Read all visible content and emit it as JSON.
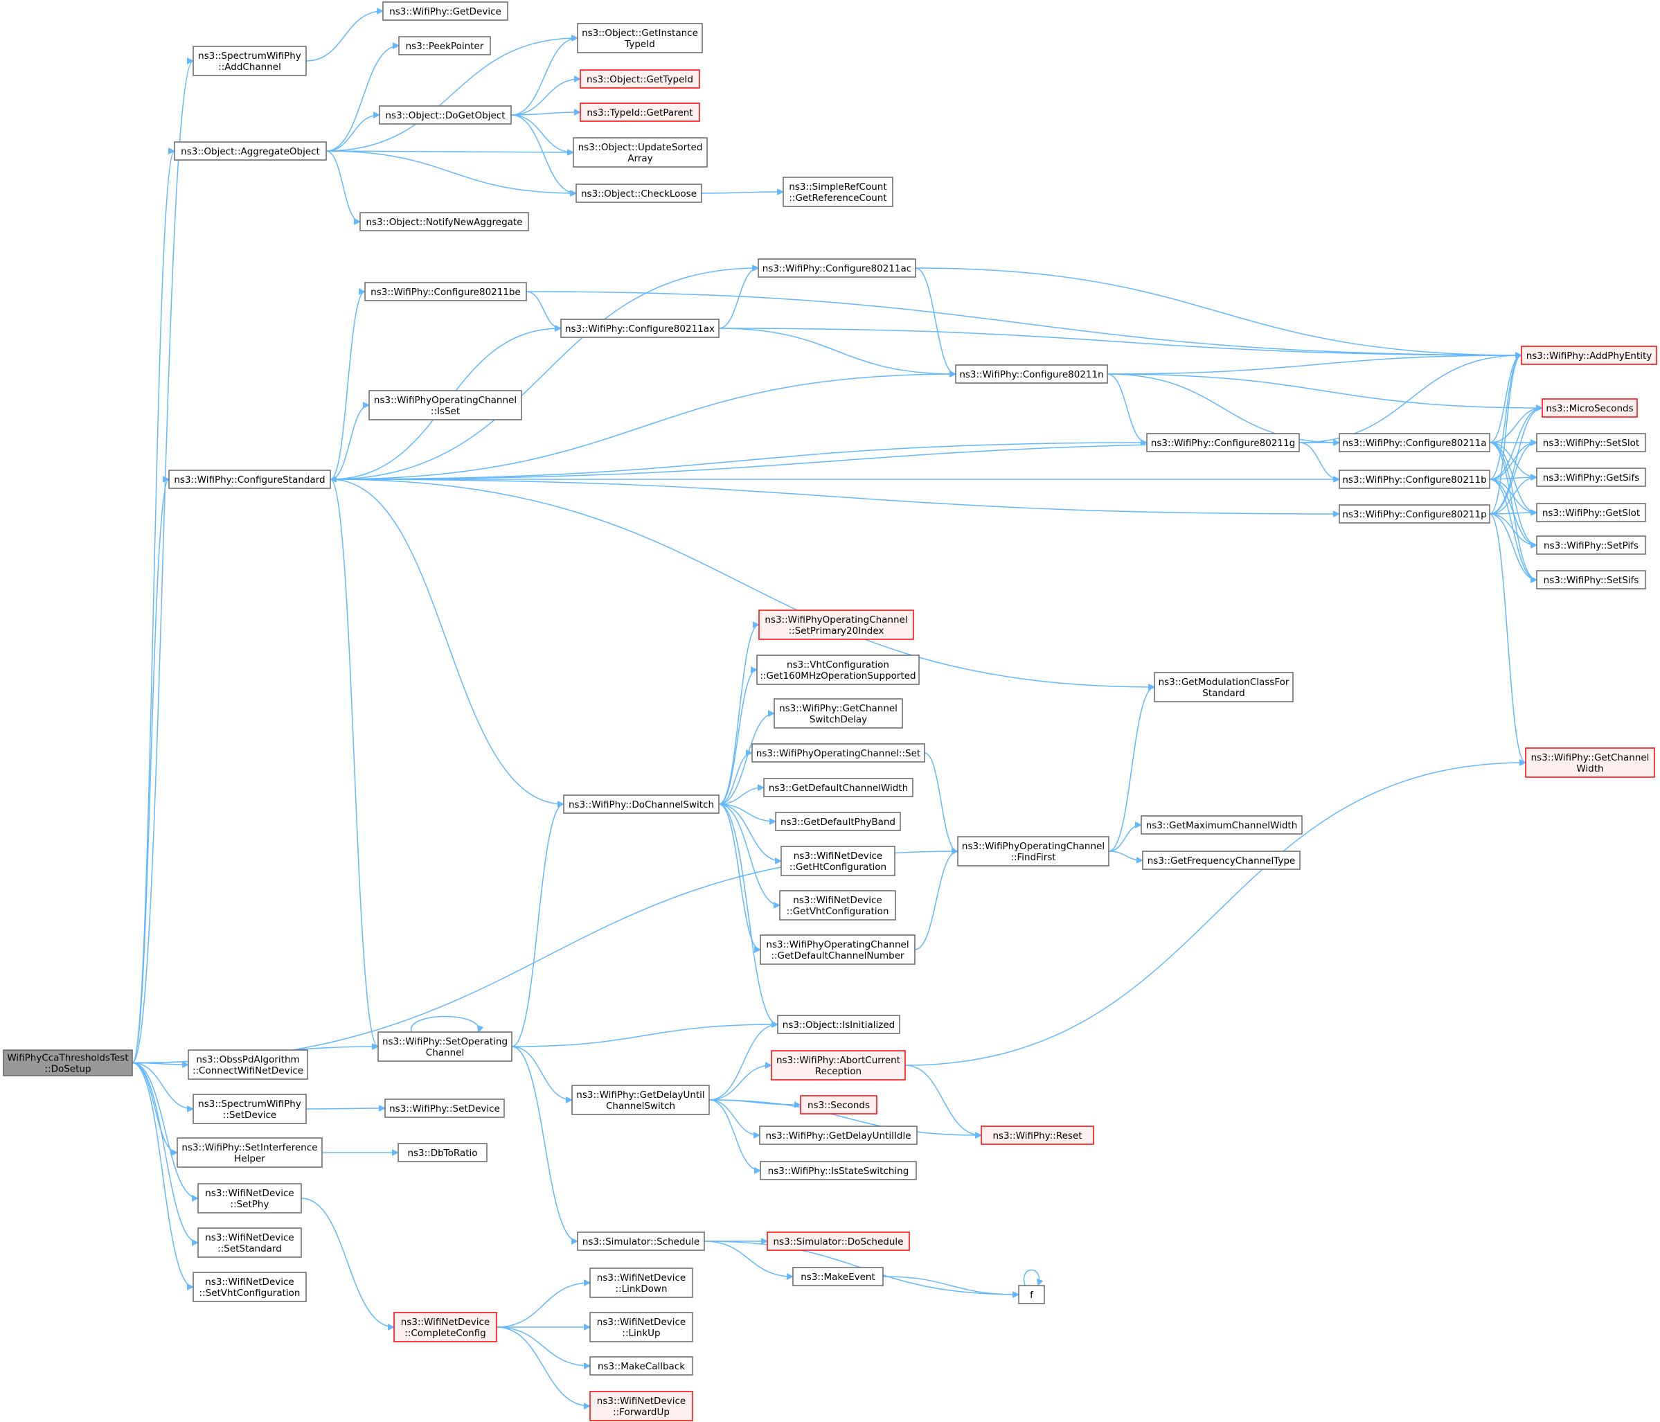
{
  "diagram": {
    "type": "call-graph",
    "colors": {
      "edge": "#63b8ff",
      "node_border": "#666666",
      "highlight_border": "#ff0000",
      "highlight_fill": "#fff0f0",
      "root_fill": "#999999"
    },
    "nodes": [
      {
        "id": "root",
        "lines": [
          "WifiPhyCcaThresholdsTest",
          "::DoSetup"
        ],
        "style": "root"
      },
      {
        "id": "n1",
        "lines": [
          "ns3::SpectrumWifiPhy",
          "::AddChannel"
        ]
      },
      {
        "id": "n2",
        "lines": [
          "ns3::WifiPhy::GetDevice"
        ]
      },
      {
        "id": "n3",
        "lines": [
          "ns3::Object::AggregateObject"
        ]
      },
      {
        "id": "n4",
        "lines": [
          "ns3::PeekPointer"
        ]
      },
      {
        "id": "n5",
        "lines": [
          "ns3::Object::GetInstance",
          "TypeId"
        ]
      },
      {
        "id": "n6",
        "lines": [
          "ns3::Object::DoGetObject"
        ]
      },
      {
        "id": "n7",
        "lines": [
          "ns3::Object::GetTypeId"
        ],
        "style": "red"
      },
      {
        "id": "n8",
        "lines": [
          "ns3::TypeId::GetParent"
        ],
        "style": "red"
      },
      {
        "id": "n9",
        "lines": [
          "ns3::Object::UpdateSorted",
          "Array"
        ]
      },
      {
        "id": "n10",
        "lines": [
          "ns3::Object::CheckLoose"
        ]
      },
      {
        "id": "n11",
        "lines": [
          "ns3::SimpleRefCount",
          "::GetReferenceCount"
        ]
      },
      {
        "id": "n12",
        "lines": [
          "ns3::Object::NotifyNewAggregate"
        ]
      },
      {
        "id": "n13",
        "lines": [
          "ns3::WifiPhy::ConfigureStandard"
        ]
      },
      {
        "id": "n14",
        "lines": [
          "ns3::WifiPhy::Configure80211ac"
        ]
      },
      {
        "id": "n15",
        "lines": [
          "ns3::WifiPhy::AddPhyEntity"
        ],
        "style": "red"
      },
      {
        "id": "n16",
        "lines": [
          "ns3::WifiPhy::Configure80211n"
        ]
      },
      {
        "id": "n17",
        "lines": [
          "ns3::WifiPhy::Configure80211be"
        ]
      },
      {
        "id": "n18",
        "lines": [
          "ns3::WifiPhy::Configure80211ax"
        ]
      },
      {
        "id": "n19",
        "lines": [
          "ns3::WifiPhyOperatingChannel",
          "::IsSet"
        ]
      },
      {
        "id": "n20",
        "lines": [
          "ns3::MicroSeconds"
        ],
        "style": "red"
      },
      {
        "id": "n21",
        "lines": [
          "ns3::WifiPhy::Configure80211g"
        ]
      },
      {
        "id": "n22",
        "lines": [
          "ns3::WifiPhy::Configure80211a"
        ]
      },
      {
        "id": "n23",
        "lines": [
          "ns3::WifiPhy::Configure80211b"
        ]
      },
      {
        "id": "n24",
        "lines": [
          "ns3::WifiPhy::Configure80211p"
        ]
      },
      {
        "id": "n25",
        "lines": [
          "ns3::WifiPhy::SetSlot"
        ]
      },
      {
        "id": "n26",
        "lines": [
          "ns3::WifiPhy::GetSifs"
        ]
      },
      {
        "id": "n27",
        "lines": [
          "ns3::WifiPhy::GetSlot"
        ]
      },
      {
        "id": "n28",
        "lines": [
          "ns3::WifiPhy::SetPifs"
        ]
      },
      {
        "id": "n29",
        "lines": [
          "ns3::WifiPhy::SetSifs"
        ]
      },
      {
        "id": "n30",
        "lines": [
          "ns3::GetModulationClassFor",
          "Standard"
        ]
      },
      {
        "id": "n31",
        "lines": [
          "ns3::WifiPhy::GetChannel",
          "Width"
        ],
        "style": "red"
      },
      {
        "id": "n32",
        "lines": [
          "ns3::WifiPhyOperatingChannel",
          "::SetPrimary20Index"
        ],
        "style": "red"
      },
      {
        "id": "n33",
        "lines": [
          "ns3::VhtConfiguration",
          "::Get160MHzOperationSupported"
        ]
      },
      {
        "id": "n34",
        "lines": [
          "ns3::WifiPhy::GetChannel",
          "SwitchDelay"
        ]
      },
      {
        "id": "n35",
        "lines": [
          "ns3::WifiPhyOperatingChannel::Set"
        ]
      },
      {
        "id": "n36",
        "lines": [
          "ns3::WifiPhy::DoChannelSwitch"
        ]
      },
      {
        "id": "n37",
        "lines": [
          "ns3::GetDefaultChannelWidth"
        ]
      },
      {
        "id": "n38",
        "lines": [
          "ns3::GetDefaultPhyBand"
        ]
      },
      {
        "id": "n39",
        "lines": [
          "ns3::WifiNetDevice",
          "::GetHtConfiguration"
        ]
      },
      {
        "id": "n40",
        "lines": [
          "ns3::WifiNetDevice",
          "::GetVhtConfiguration"
        ]
      },
      {
        "id": "n41",
        "lines": [
          "ns3::WifiPhyOperatingChannel",
          "::GetDefaultChannelNumber"
        ]
      },
      {
        "id": "n42",
        "lines": [
          "ns3::WifiPhyOperatingChannel",
          "::FindFirst"
        ]
      },
      {
        "id": "n43",
        "lines": [
          "ns3::GetMaximumChannelWidth"
        ]
      },
      {
        "id": "n44",
        "lines": [
          "ns3::GetFrequencyChannelType"
        ]
      },
      {
        "id": "n45",
        "lines": [
          "ns3::Object::IsInitialized"
        ]
      },
      {
        "id": "n46",
        "lines": [
          "ns3::WifiPhy::SetOperating",
          "Channel"
        ]
      },
      {
        "id": "n47",
        "lines": [
          "ns3::ObssPdAlgorithm",
          "::ConnectWifiNetDevice"
        ]
      },
      {
        "id": "n48",
        "lines": [
          "ns3::WifiPhy::AbortCurrent",
          "Reception"
        ],
        "style": "red"
      },
      {
        "id": "n49",
        "lines": [
          "ns3::WifiPhy::GetDelayUntil",
          "ChannelSwitch"
        ]
      },
      {
        "id": "n50",
        "lines": [
          "ns3::Seconds"
        ],
        "style": "red"
      },
      {
        "id": "n51",
        "lines": [
          "ns3::SpectrumWifiPhy",
          "::SetDevice"
        ]
      },
      {
        "id": "n52",
        "lines": [
          "ns3::WifiPhy::SetDevice"
        ]
      },
      {
        "id": "n53",
        "lines": [
          "ns3::WifiPhy::Reset"
        ],
        "style": "red"
      },
      {
        "id": "n54",
        "lines": [
          "ns3::WifiPhy::GetDelayUntilIdle"
        ]
      },
      {
        "id": "n55",
        "lines": [
          "ns3::WifiPhy::SetInterference",
          "Helper"
        ]
      },
      {
        "id": "n56",
        "lines": [
          "ns3::DbToRatio"
        ]
      },
      {
        "id": "n57",
        "lines": [
          "ns3::WifiPhy::IsStateSwitching"
        ]
      },
      {
        "id": "n58",
        "lines": [
          "ns3::WifiNetDevice",
          "::SetPhy"
        ]
      },
      {
        "id": "n59",
        "lines": [
          "ns3::WifiNetDevice",
          "::SetStandard"
        ]
      },
      {
        "id": "n60",
        "lines": [
          "ns3::Simulator::Schedule"
        ]
      },
      {
        "id": "n61",
        "lines": [
          "ns3::Simulator::DoSchedule"
        ],
        "style": "red"
      },
      {
        "id": "n62",
        "lines": [
          "ns3::MakeEvent"
        ]
      },
      {
        "id": "n63",
        "lines": [
          "f"
        ]
      },
      {
        "id": "n64",
        "lines": [
          "ns3::WifiNetDevice",
          "::SetVhtConfiguration"
        ]
      },
      {
        "id": "n65",
        "lines": [
          "ns3::WifiNetDevice",
          "::LinkDown"
        ]
      },
      {
        "id": "n66",
        "lines": [
          "ns3::WifiNetDevice",
          "::CompleteConfig"
        ],
        "style": "red"
      },
      {
        "id": "n67",
        "lines": [
          "ns3::WifiNetDevice",
          "::LinkUp"
        ]
      },
      {
        "id": "n68",
        "lines": [
          "ns3::MakeCallback"
        ]
      },
      {
        "id": "n69",
        "lines": [
          "ns3::WifiNetDevice",
          "::ForwardUp"
        ],
        "style": "red"
      }
    ],
    "edges": [
      [
        "root",
        "n1"
      ],
      [
        "root",
        "n3"
      ],
      [
        "root",
        "n13"
      ],
      [
        "root",
        "n42"
      ],
      [
        "root",
        "n46"
      ],
      [
        "root",
        "n47"
      ],
      [
        "root",
        "n51"
      ],
      [
        "root",
        "n55"
      ],
      [
        "root",
        "n58"
      ],
      [
        "root",
        "n59"
      ],
      [
        "root",
        "n64"
      ],
      [
        "n1",
        "n2"
      ],
      [
        "n3",
        "n4"
      ],
      [
        "n3",
        "n5"
      ],
      [
        "n3",
        "n6"
      ],
      [
        "n3",
        "n9"
      ],
      [
        "n3",
        "n10"
      ],
      [
        "n3",
        "n12"
      ],
      [
        "n6",
        "n5"
      ],
      [
        "n6",
        "n7"
      ],
      [
        "n6",
        "n8"
      ],
      [
        "n6",
        "n9"
      ],
      [
        "n6",
        "n10"
      ],
      [
        "n10",
        "n11"
      ],
      [
        "n13",
        "n14"
      ],
      [
        "n13",
        "n17"
      ],
      [
        "n13",
        "n18"
      ],
      [
        "n13",
        "n16"
      ],
      [
        "n13",
        "n19"
      ],
      [
        "n13",
        "n21"
      ],
      [
        "n13",
        "n22"
      ],
      [
        "n13",
        "n23"
      ],
      [
        "n13",
        "n24"
      ],
      [
        "n13",
        "n30"
      ],
      [
        "n13",
        "n46"
      ],
      [
        "n17",
        "n15"
      ],
      [
        "n17",
        "n18"
      ],
      [
        "n14",
        "n15"
      ],
      [
        "n14",
        "n16"
      ],
      [
        "n18",
        "n14"
      ],
      [
        "n18",
        "n15"
      ],
      [
        "n18",
        "n16"
      ],
      [
        "n16",
        "n15"
      ],
      [
        "n16",
        "n20"
      ],
      [
        "n16",
        "n21"
      ],
      [
        "n16",
        "n22"
      ],
      [
        "n21",
        "n15"
      ],
      [
        "n21",
        "n23"
      ],
      [
        "n22",
        "n15"
      ],
      [
        "n22",
        "n20"
      ],
      [
        "n22",
        "n25"
      ],
      [
        "n22",
        "n26"
      ],
      [
        "n22",
        "n27"
      ],
      [
        "n22",
        "n28"
      ],
      [
        "n22",
        "n29"
      ],
      [
        "n23",
        "n15"
      ],
      [
        "n23",
        "n20"
      ],
      [
        "n23",
        "n25"
      ],
      [
        "n23",
        "n26"
      ],
      [
        "n23",
        "n27"
      ],
      [
        "n23",
        "n28"
      ],
      [
        "n23",
        "n29"
      ],
      [
        "n24",
        "n15"
      ],
      [
        "n24",
        "n20"
      ],
      [
        "n24",
        "n25"
      ],
      [
        "n24",
        "n26"
      ],
      [
        "n24",
        "n27"
      ],
      [
        "n24",
        "n28"
      ],
      [
        "n24",
        "n29"
      ],
      [
        "n24",
        "n31"
      ],
      [
        "n36",
        "n13"
      ],
      [
        "n36",
        "n32"
      ],
      [
        "n36",
        "n33"
      ],
      [
        "n36",
        "n34"
      ],
      [
        "n36",
        "n35"
      ],
      [
        "n36",
        "n37"
      ],
      [
        "n36",
        "n38"
      ],
      [
        "n36",
        "n39"
      ],
      [
        "n36",
        "n40"
      ],
      [
        "n36",
        "n41"
      ],
      [
        "n36",
        "n45"
      ],
      [
        "n35",
        "n42"
      ],
      [
        "n41",
        "n42"
      ],
      [
        "n42",
        "n30"
      ],
      [
        "n42",
        "n43"
      ],
      [
        "n42",
        "n44"
      ],
      [
        "n46",
        "n46"
      ],
      [
        "n46",
        "n36"
      ],
      [
        "n46",
        "n45"
      ],
      [
        "n46",
        "n49"
      ],
      [
        "n46",
        "n60"
      ],
      [
        "n49",
        "n45"
      ],
      [
        "n49",
        "n48"
      ],
      [
        "n49",
        "n50"
      ],
      [
        "n49",
        "n54"
      ],
      [
        "n49",
        "n57"
      ],
      [
        "n49",
        "n53"
      ],
      [
        "n48",
        "n31"
      ],
      [
        "n48",
        "n53"
      ],
      [
        "n51",
        "n52"
      ],
      [
        "n55",
        "n56"
      ],
      [
        "n58",
        "n66"
      ],
      [
        "n60",
        "n61"
      ],
      [
        "n60",
        "n62"
      ],
      [
        "n60",
        "n63"
      ],
      [
        "n62",
        "n63"
      ],
      [
        "n63",
        "n63"
      ],
      [
        "n66",
        "n65"
      ],
      [
        "n66",
        "n67"
      ],
      [
        "n66",
        "n68"
      ],
      [
        "n66",
        "n69"
      ]
    ]
  }
}
